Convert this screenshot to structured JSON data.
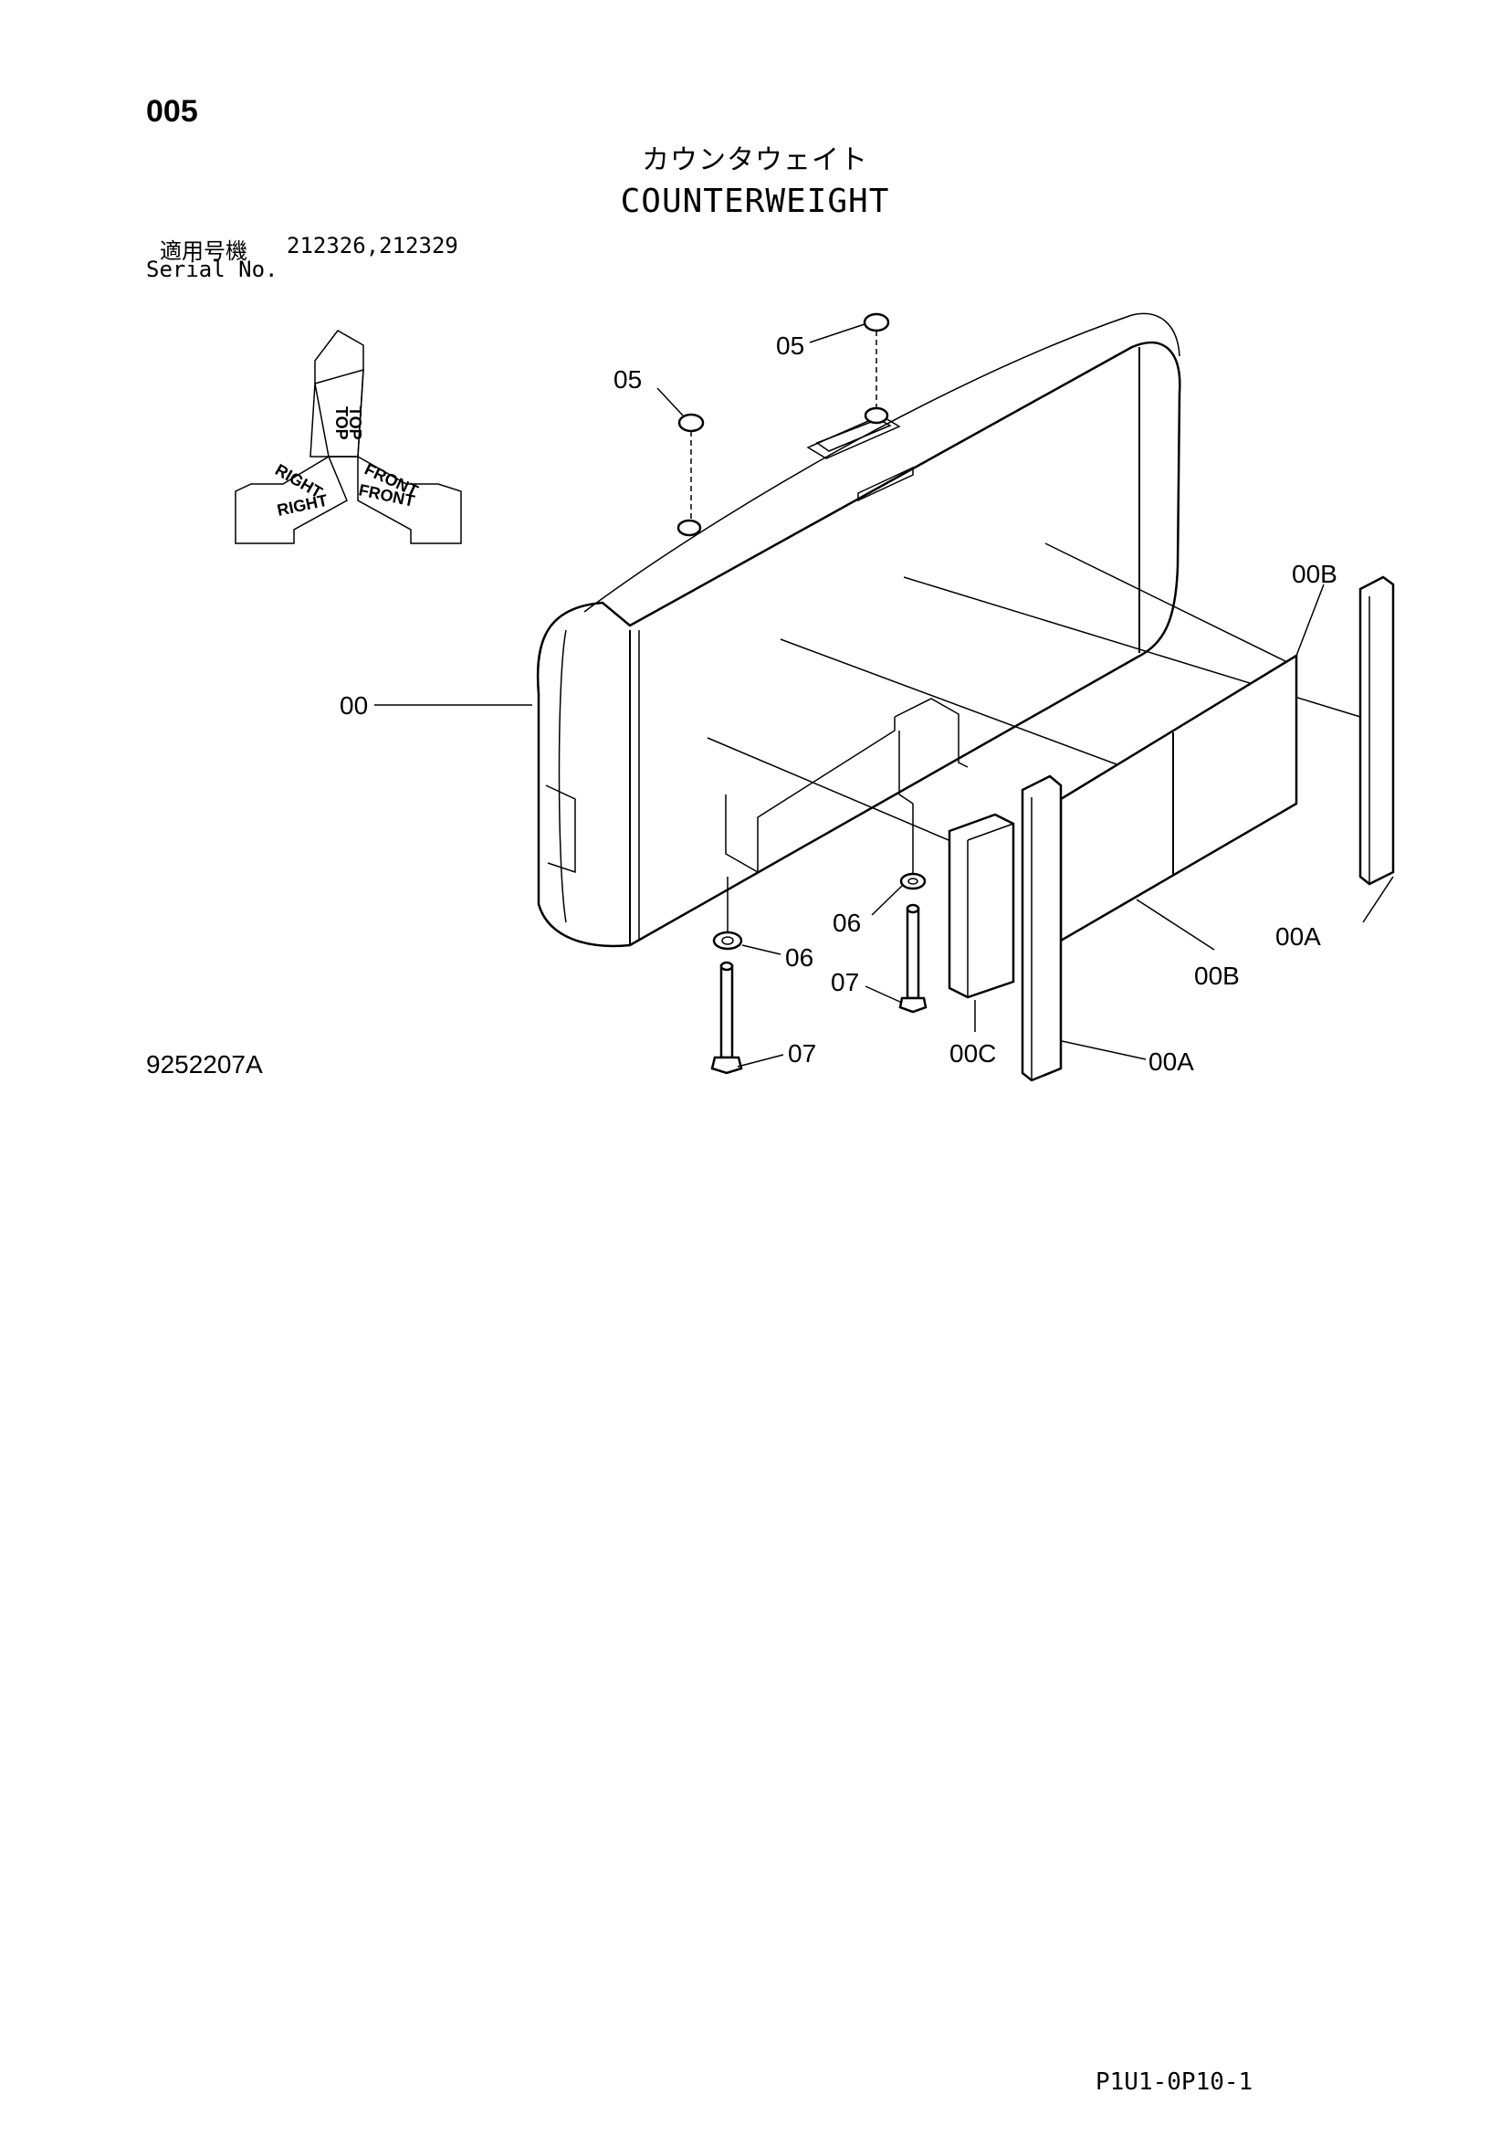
{
  "header": {
    "page_number": "005",
    "title_jp": "カウンタウェイト",
    "title_en": "COUNTERWEIGHT",
    "serial_label_jp": "適用号機",
    "serial_values": "212326,212329",
    "serial_label_en": "Serial No."
  },
  "orientation": {
    "top": "TOP",
    "right": "RIGHT",
    "front": "FRONT"
  },
  "callouts": {
    "c05_a": "05",
    "c05_b": "05",
    "c00": "00",
    "c00b_top": "00B",
    "c06_right": "06",
    "c06_left": "06",
    "c07_right": "07",
    "c07_left": "07",
    "c00a_right": "00A",
    "c00b_bottom": "00B",
    "c00c": "00C",
    "c00a_bottom": "00A"
  },
  "footer": {
    "drawing_number": "9252207A",
    "page_code": "P1U1-0P10-1"
  }
}
